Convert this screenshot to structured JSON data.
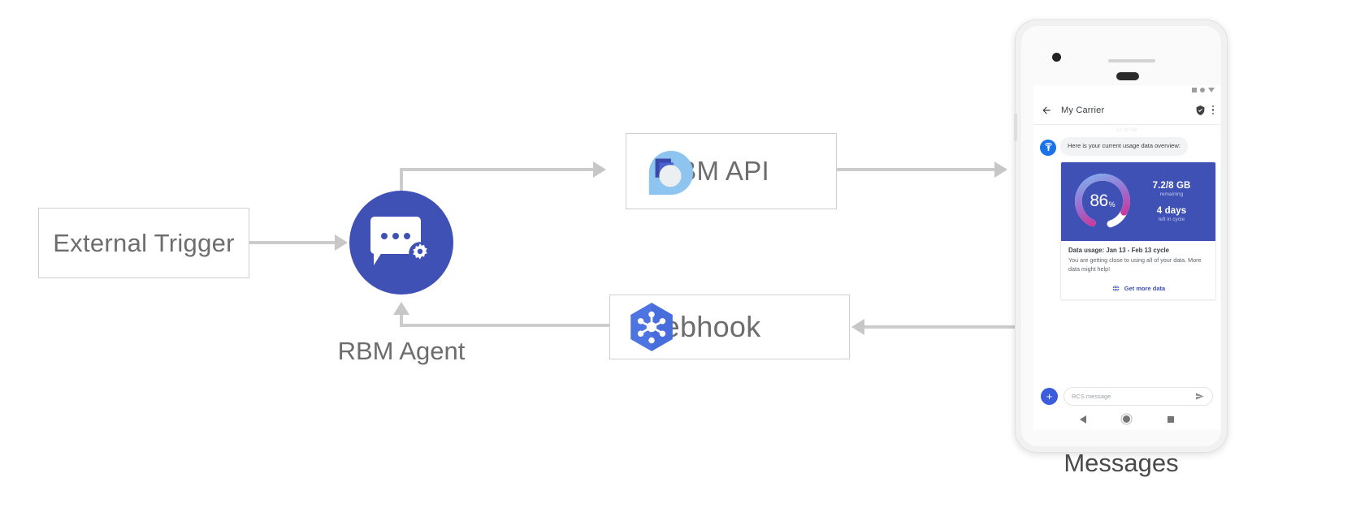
{
  "diagram": {
    "nodes": {
      "external_trigger": {
        "label": "External Trigger",
        "icon": "none"
      },
      "rbm_agent": {
        "label": "RBM Agent",
        "icon": "chat-gear-icon",
        "color": "#3f51b5"
      },
      "rbm_api": {
        "label": "RBM API",
        "icon": "rbm-droplet-icon"
      },
      "webhook": {
        "label": "Webhook",
        "icon": "cloud-functions-hexagon-icon",
        "color": "#4d74e0"
      },
      "messages": {
        "label": "Messages",
        "icon": "phone-mockup"
      }
    }
  },
  "phone": {
    "statusbar": {
      "icons": [
        "signal-square-icon",
        "wifi-dot-icon",
        "battery-triangle-icon"
      ]
    },
    "appbar": {
      "back_icon": "back-arrow-icon",
      "title": "My Carrier",
      "verified_icon": "verified-shield-icon",
      "overflow_icon": "kebab-menu-icon"
    },
    "conversation": {
      "timestamp": "12:30 PM",
      "agent_avatar_icon": "carrier-signal-icon",
      "incoming_message": "Here is your current usage data overview:",
      "card": {
        "gauge": {
          "value": "86",
          "unit": "%",
          "percent": 86
        },
        "data_amount": "7.2/8 GB",
        "data_amount_caption": "remaining",
        "days_left": "4 days",
        "days_left_caption": "left in cycle",
        "title": "Data usage: Jan 13 - Feb 13 cycle",
        "description": "You are getting close to using all of your data. More data might help!",
        "action_label": "Get more data",
        "action_icon": "globe-icon",
        "media_bg": "#3f51b5",
        "action_color": "#3f51b5"
      }
    },
    "composer": {
      "add_button_label": "+",
      "add_button_icon": "plus-icon",
      "input_placeholder": "RCS message",
      "input_value": "",
      "send_icon": "send-icon"
    },
    "navbar": {
      "back_icon": "nav-back-icon",
      "home_icon": "nav-home-icon",
      "recents_icon": "nav-recents-icon"
    }
  }
}
